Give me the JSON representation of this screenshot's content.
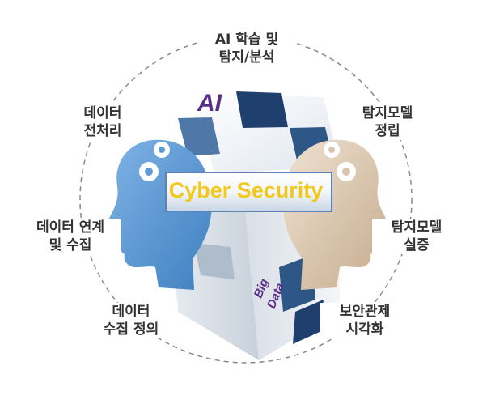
{
  "center": {
    "title": "Cyber Security",
    "ai_label": "AI",
    "bigdata_label_1": "Big",
    "bigdata_label_2": "Data"
  },
  "steps": [
    {
      "line1": "AI 학습 및",
      "line2": "탐지/분석"
    },
    {
      "line1": "탐지모델",
      "line2": "정립"
    },
    {
      "line1": "탐지모델",
      "line2": "실증"
    },
    {
      "line1": "보안관제",
      "line2": "시각화"
    },
    {
      "line1": "데이터",
      "line2": "수집 정의"
    },
    {
      "line1": "데이터 연계",
      "line2": "및 수집"
    },
    {
      "line1": "데이터",
      "line2": "전처리"
    }
  ],
  "colors": {
    "circle_dash": "#8a8a8a",
    "label_text": "#333333",
    "title_text": "#f2c81d",
    "ai_text": "#5b2d8a",
    "bigdata_text": "#5b2d8a",
    "cube_dark": "#1f3f6e",
    "cube_mid": "#4f78a8",
    "left_head": "#5c9bd5",
    "right_head": "#d8c5ad"
  },
  "icons": [
    "gear-icon",
    "left-head-icon",
    "right-head-icon"
  ]
}
